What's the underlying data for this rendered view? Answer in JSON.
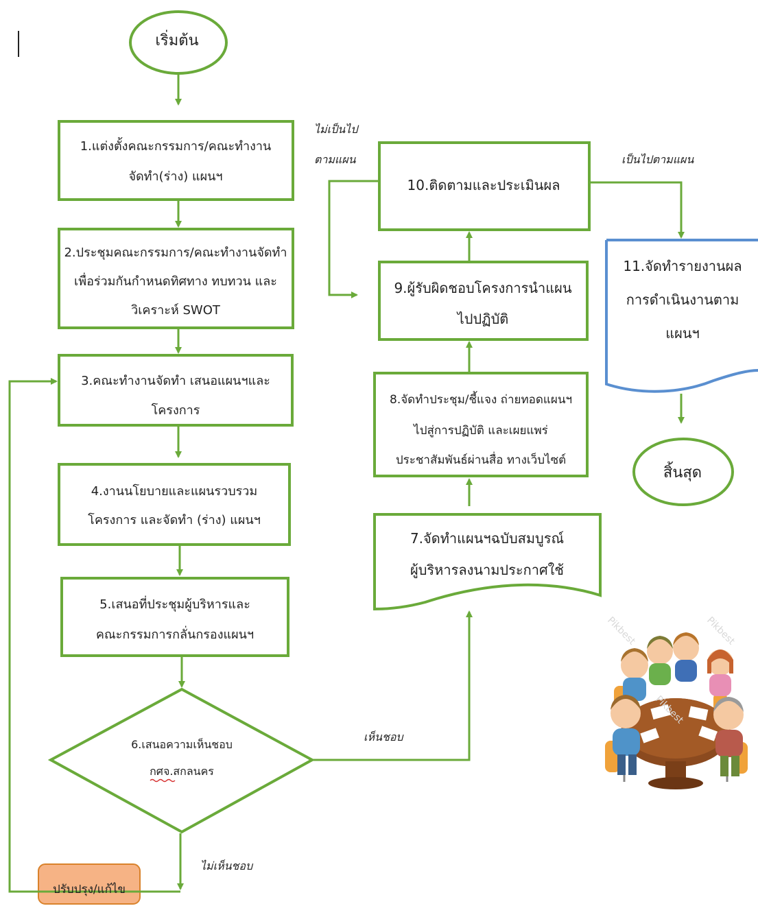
{
  "colors": {
    "green": "#6aaa3a",
    "blue": "#5a8fd0",
    "orange_fill": "#f6b385",
    "orange_stroke": "#d9822b",
    "table": "#8b4a1f"
  },
  "icons": {
    "illustration": "meeting-people-icon"
  },
  "nodes": {
    "start": "เริ่มต้น",
    "s1": [
      "1.แต่งตั้งคณะกรรมการ/คณะทำงาน",
      "จัดทำ(ร่าง) แผนฯ"
    ],
    "s2": [
      "2.ประชุมคณะกรรมการ/คณะทำงานจัดทำ",
      "เพื่อร่วมกันกำหนดทิศทาง ทบทวน และ",
      "วิเคราะห์ SWOT"
    ],
    "s3": [
      "3.คณะทำงานจัดทำ เสนอแผนฯและ",
      "โครงการ"
    ],
    "s4": [
      "4.งานนโยบายและแผนรวบรวม",
      "โครงการ และจัดทำ (ร่าง) แผนฯ"
    ],
    "s5": [
      "5.เสนอที่ประชุมผู้บริหารและ",
      "คณะกรรมการกลั่นกรองแผนฯ"
    ],
    "s6": [
      "6.เสนอความเห็นชอบ",
      "กศจ.สกลนคร"
    ],
    "fix": "ปรับปรุง/แก้ไข",
    "s7": [
      "7.จัดทำแผนฯฉบับสมบูรณ์",
      "ผู้บริหารลงนามประกาศใช้"
    ],
    "s8": [
      "8.จัดทำประชุม/ชี้แจง ถ่ายทอดแผนฯ",
      "ไปสู่การปฏิบัติ และเผยแพร่",
      "ประชาสัมพันธ์ผ่านสื่อ ทางเว็บไซต์"
    ],
    "s9": [
      "9.ผู้รับผิดชอบโครงการนำแผน",
      "ไปปฏิบัติ"
    ],
    "s10": [
      "10.ติดตามและประเมินผล"
    ],
    "s11": [
      "11.จัดทำรายงานผล",
      "การดำเนินงานตาม",
      "แผนฯ"
    ],
    "end": "สิ้นสุด"
  },
  "edge_labels": {
    "approve": "เห็นชอบ",
    "not_approve": "ไม่เห็นชอบ",
    "not_as_plan": [
      "ไม่เป็นไป",
      "ตามแผน"
    ],
    "as_plan": "เป็นไปตามแผน"
  },
  "watermark": "Pikbest"
}
